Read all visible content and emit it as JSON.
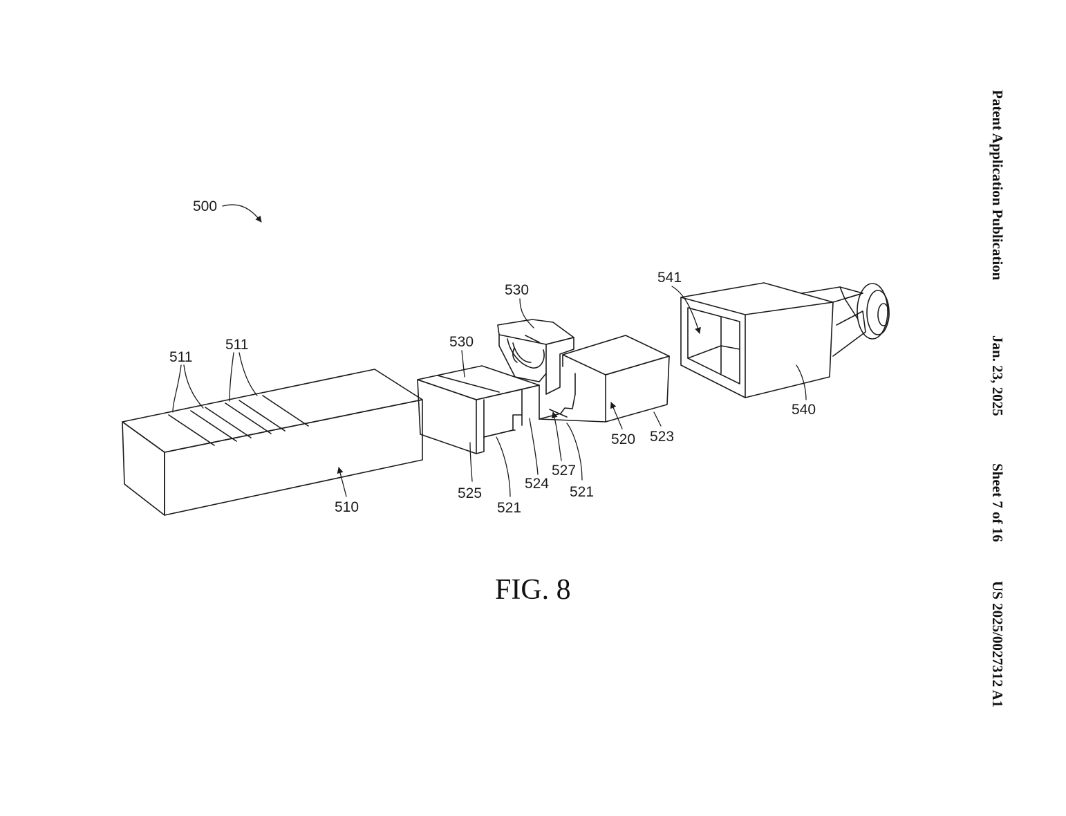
{
  "header": {
    "publication": "Patent Application Publication",
    "date": "Jan. 23, 2025",
    "sheet": "Sheet 7 of 16",
    "number": "US 2025/0027312 A1"
  },
  "figure": {
    "caption": "FIG. 8"
  },
  "reference_numerals": {
    "assembly": "500",
    "body_510": "510",
    "grooves_511_a": "511",
    "grooves_511_b": "511",
    "clip_530_top": "530",
    "clip_530_body": "530",
    "holder_520": "520",
    "holder_523": "523",
    "holder_524": "524",
    "holder_525": "525",
    "holder_527": "527",
    "holder_521_a": "521",
    "holder_521_b": "521",
    "housing_540": "540",
    "opening_541": "541"
  }
}
